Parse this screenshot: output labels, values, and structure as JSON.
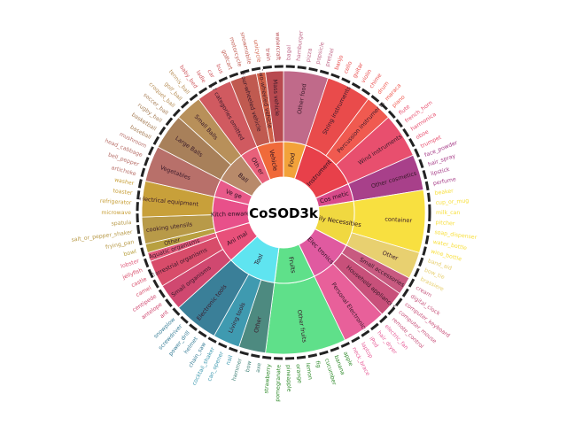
{
  "title": "CoSOD3k",
  "colors": {
    "Other": "#8a8a8a"
  },
  "categories": [
    {
      "name": "Food",
      "color": "#f2a23a",
      "subs": [
        {
          "name": "Other food",
          "color": "#c06a8a",
          "items": [
            "bagel",
            "hamburger",
            "pizza",
            "popsicle",
            "pretzel"
          ]
        }
      ]
    },
    {
      "name": "Instrument",
      "color": "#e8404a",
      "subs": [
        {
          "name": "String instruments",
          "color": "#e94b4b",
          "items": [
            "banjo",
            "cello",
            "guitar",
            "violin",
            "chime"
          ]
        },
        {
          "name": "Percussion instruments",
          "color": "#f05a50",
          "items": [
            "drum",
            "maraca",
            "piano"
          ]
        },
        {
          "name": "Wind instruments",
          "color": "#e84f6e",
          "items": [
            "flute",
            "french_horn",
            "harmonica",
            "oboe",
            "trumpet"
          ]
        }
      ]
    },
    {
      "name": "Cos metic",
      "color": "#d84a8a",
      "subs": [
        {
          "name": "Other cosmetics",
          "color": "#a8408a",
          "items": [
            "face_powder",
            "hair_spray",
            "lipstick",
            "perfume"
          ]
        }
      ]
    },
    {
      "name": "Daily Necessities",
      "color": "#f0d840",
      "subs": [
        {
          "name": "container",
          "color": "#f8e040",
          "items": [
            "beaker",
            "cup_or_mug",
            "milk_can",
            "pitcher",
            "soap_dispenser",
            "water_bottle",
            "wine_bottle"
          ]
        },
        {
          "name": "Other",
          "color": "#e8d070",
          "items": [
            "band_aid",
            "bow_tie",
            "brassiere"
          ]
        }
      ]
    },
    {
      "name": "Elec tronics",
      "color": "#e05aa0",
      "subs": [
        {
          "name": "Small accessories",
          "color": "#c85a80",
          "items": [
            "cream",
            "digital_clock"
          ]
        },
        {
          "name": "Household appliances",
          "color": "#c8507a",
          "items": [
            "computer_keyboard",
            "computer_mouse",
            "remote_control"
          ]
        },
        {
          "name": "Personal Electronics",
          "color": "#e8609a",
          "items": [
            "electric_fan",
            "hair_dryer",
            "iPod",
            "laptop",
            "neck_brace"
          ]
        }
      ]
    },
    {
      "name": "Fruits",
      "color": "#5fe08a",
      "subs": [
        {
          "name": "Other fruits",
          "color": "#5fe08a",
          "items": [
            "apple",
            "banana",
            "cucumber",
            "fig",
            "lemon",
            "orange",
            "pineapple",
            "pomegranate",
            "strawberry"
          ]
        }
      ]
    },
    {
      "name": "Tool",
      "color": "#5fe4f0",
      "subs": [
        {
          "name": "Other",
          "color": "#4d8a80",
          "items": [
            "axe",
            "bow",
            "hammer"
          ]
        },
        {
          "name": "Living tools",
          "color": "#3f9ab0",
          "items": [
            "nail",
            "can_opener",
            "cocktail_shaker"
          ]
        },
        {
          "name": "Electronic tools",
          "color": "#3a7f98",
          "items": [
            "chain_saw",
            "helmet",
            "power_drill",
            "screwdriver",
            "snowplow"
          ]
        }
      ]
    },
    {
      "name": "Ani mal",
      "color": "#e8507a",
      "subs": [
        {
          "name": "Small organisms",
          "color": "#d04870",
          "items": [
            "ant",
            "antelope",
            "centipede"
          ]
        },
        {
          "name": "Terrestrial organisms",
          "color": "#d84c6a",
          "items": [
            "camel",
            "castle",
            "jellyfish"
          ]
        },
        {
          "name": "Aquatic organisms",
          "color": "#e05a7a",
          "items": [
            "lobster"
          ]
        }
      ]
    },
    {
      "name": "Kitch enware",
      "color": "#e8508a",
      "subs": [
        {
          "name": "Other",
          "color": "#b8a040",
          "items": [
            "bowl"
          ]
        },
        {
          "name": "cooking utensils",
          "color": "#b89a48",
          "items": [
            "frying_pan",
            "salt_or_pepper_shaker",
            "spatula"
          ]
        },
        {
          "name": "electrical equipment",
          "color": "#c8a03a",
          "items": [
            "microwave",
            "refrigerator",
            "toaster",
            "washer"
          ]
        }
      ]
    },
    {
      "name": "Ve ge",
      "color": "#e85a8a",
      "subs": [
        {
          "name": "Vegetables",
          "color": "#b8706a",
          "items": [
            "artichoke",
            "bell_pepper",
            "head_cabbage",
            "mushroom"
          ]
        }
      ]
    },
    {
      "name": "Ball",
      "color": "#b88a6a",
      "subs": [
        {
          "name": "Large Balls",
          "color": "#a8805a",
          "items": [
            "baseball",
            "basketball",
            "rugby_ball",
            "soccer_ball"
          ]
        },
        {
          "name": "Small Balls",
          "color": "#b8905a",
          "items": [
            "croquet_ball",
            "golf_ball",
            "tennis_ball"
          ]
        }
      ]
    },
    {
      "name": "Oth er",
      "color": "#e8607a",
      "subs": [
        {
          "name": "17 categories omitted",
          "color": "#d05a60",
          "items": [
            "baby_bed",
            "ladle",
            "car",
            "bus"
          ]
        }
      ]
    },
    {
      "name": "Vehicle",
      "color": "#f06a3a",
      "subs": [
        {
          "name": "Four-wheeled vehicle",
          "color": "#c05a50",
          "items": [
            "golfcart",
            "motorcycle",
            "snowmobile"
          ]
        },
        {
          "name": "Two-wheeled vehicle",
          "color": "#d06048",
          "items": [
            "unicycle"
          ]
        },
        {
          "name": "Mass vehicle",
          "color": "#b84a50",
          "items": [
            "train",
            "watercraft"
          ]
        }
      ]
    }
  ]
}
